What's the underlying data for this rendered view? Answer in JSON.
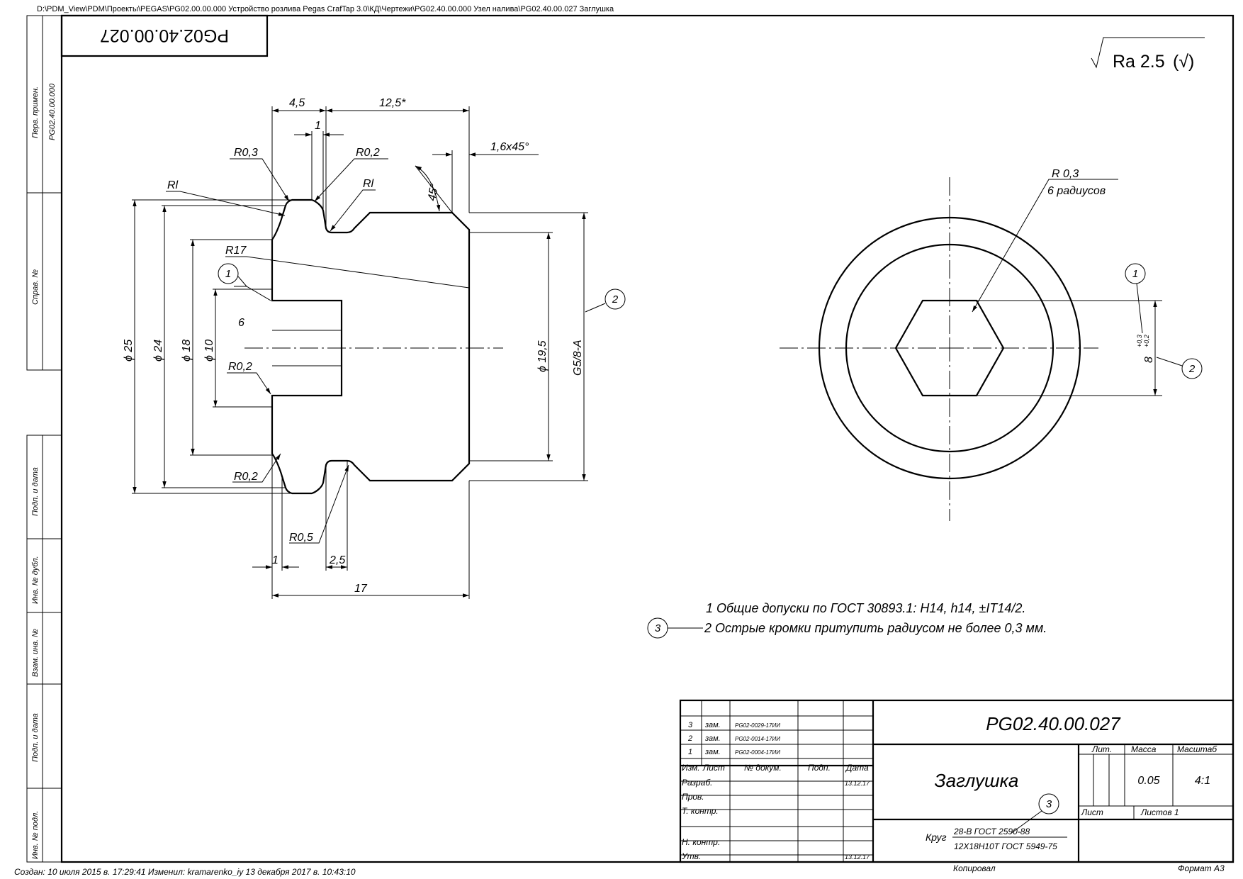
{
  "file_path": "D:\\PDM_View\\PDM\\Проекты\\PEGAS\\PG02.00.00.000 Устройство розлива Pegas CrafTap 3.0\\КД\\Чертежи\\PG02.40.00.000 Узел налива\\PG02.40.00.027 Заглушка",
  "footer": {
    "created": "Создан: 10 июля 2015 в. 17:29:41  Изменил: kramarenko_iy 13 декабря 2017 в. 10:43:10",
    "copied": "Копировал",
    "format": "Формат A3"
  },
  "mirrored_code": "PG02.40.00.027",
  "roughness": {
    "text": "Ra 2.5",
    "suffix": "(√)"
  },
  "left_strip": {
    "perv": "Перв. примен.",
    "perv_value": "PG02.40.00.000",
    "sprav": "Справ. №",
    "podp_data": "Подп. и дата",
    "inv_dubl": "Инв. № дубл.",
    "vzam": "Взам. инв. №",
    "podp_data2": "Подп. и дата",
    "inv_podl": "Инв. № подл."
  },
  "dims": {
    "d45": "4,5",
    "d125": "12,5*",
    "d1top": "1",
    "r03a": "R0,3",
    "r02a": "R0,2",
    "c16": "1,6x45°",
    "rl1": "Rl",
    "rl2": "Rl",
    "a45": "45°",
    "r17": "R17",
    "n6": "6",
    "r02b": "R0,2",
    "r02c": "R0,2",
    "r05": "R0,5",
    "d1bot": "1",
    "d25b": "2,5",
    "d17": "17",
    "phi25": "ϕ 25",
    "phi24": "ϕ 24",
    "phi18": "ϕ 18",
    "phi10": "ϕ 10",
    "phi195": "ϕ 19,5",
    "thread": "G5/8-A",
    "r03six": "R 0,3",
    "six_rad": "6 радиусов",
    "hex8": "8",
    "tol_hi": "+0,3",
    "tol_lo": "+0,2"
  },
  "balloons": {
    "b1a": "1",
    "b2a": "2",
    "b1b": "1",
    "b2b": "2",
    "b3a": "3",
    "b3b": "3"
  },
  "notes": [
    "1  Общие допуски по ГОСТ 30893.1: H14, h14, ±IT14/2.",
    "2  Острые кромки притупить радиусом не более 0,3 мм."
  ],
  "title_block": {
    "code": "PG02.40.00.027",
    "name": "Заглушка",
    "lit": "Лит.",
    "massa": "Масса",
    "masshtab": "Масштаб",
    "mass_value": "0.05",
    "scale_value": "4:1",
    "list": "Лист",
    "listov": "Листов 1",
    "material_prefix": "Круг",
    "material_top": "28-В ГОСТ 2590-88",
    "material_bottom": "12Х18Н10Т ГОСТ 5949-75",
    "revisions": [
      {
        "num": "3",
        "kind": "зам.",
        "doc": "PG02-0029-17ИИ"
      },
      {
        "num": "2",
        "kind": "зам.",
        "doc": "PG02-0014-17ИИ"
      },
      {
        "num": "1",
        "kind": "зам.",
        "doc": "PG02-0004-17ИИ"
      }
    ],
    "headers": {
      "izm": "Изм.",
      "list": "Лист",
      "ndoc": "№ докум.",
      "podp": "Подп.",
      "data": "Дата"
    },
    "roles": {
      "razrab": "Разраб.",
      "prov": "Пров.",
      "tkontr": "Т. контр.",
      "nkontr": "Н. контр.",
      "utv": "Утв."
    },
    "dates": {
      "razrab": "13.12.17",
      "utv": "13.12.17"
    }
  }
}
